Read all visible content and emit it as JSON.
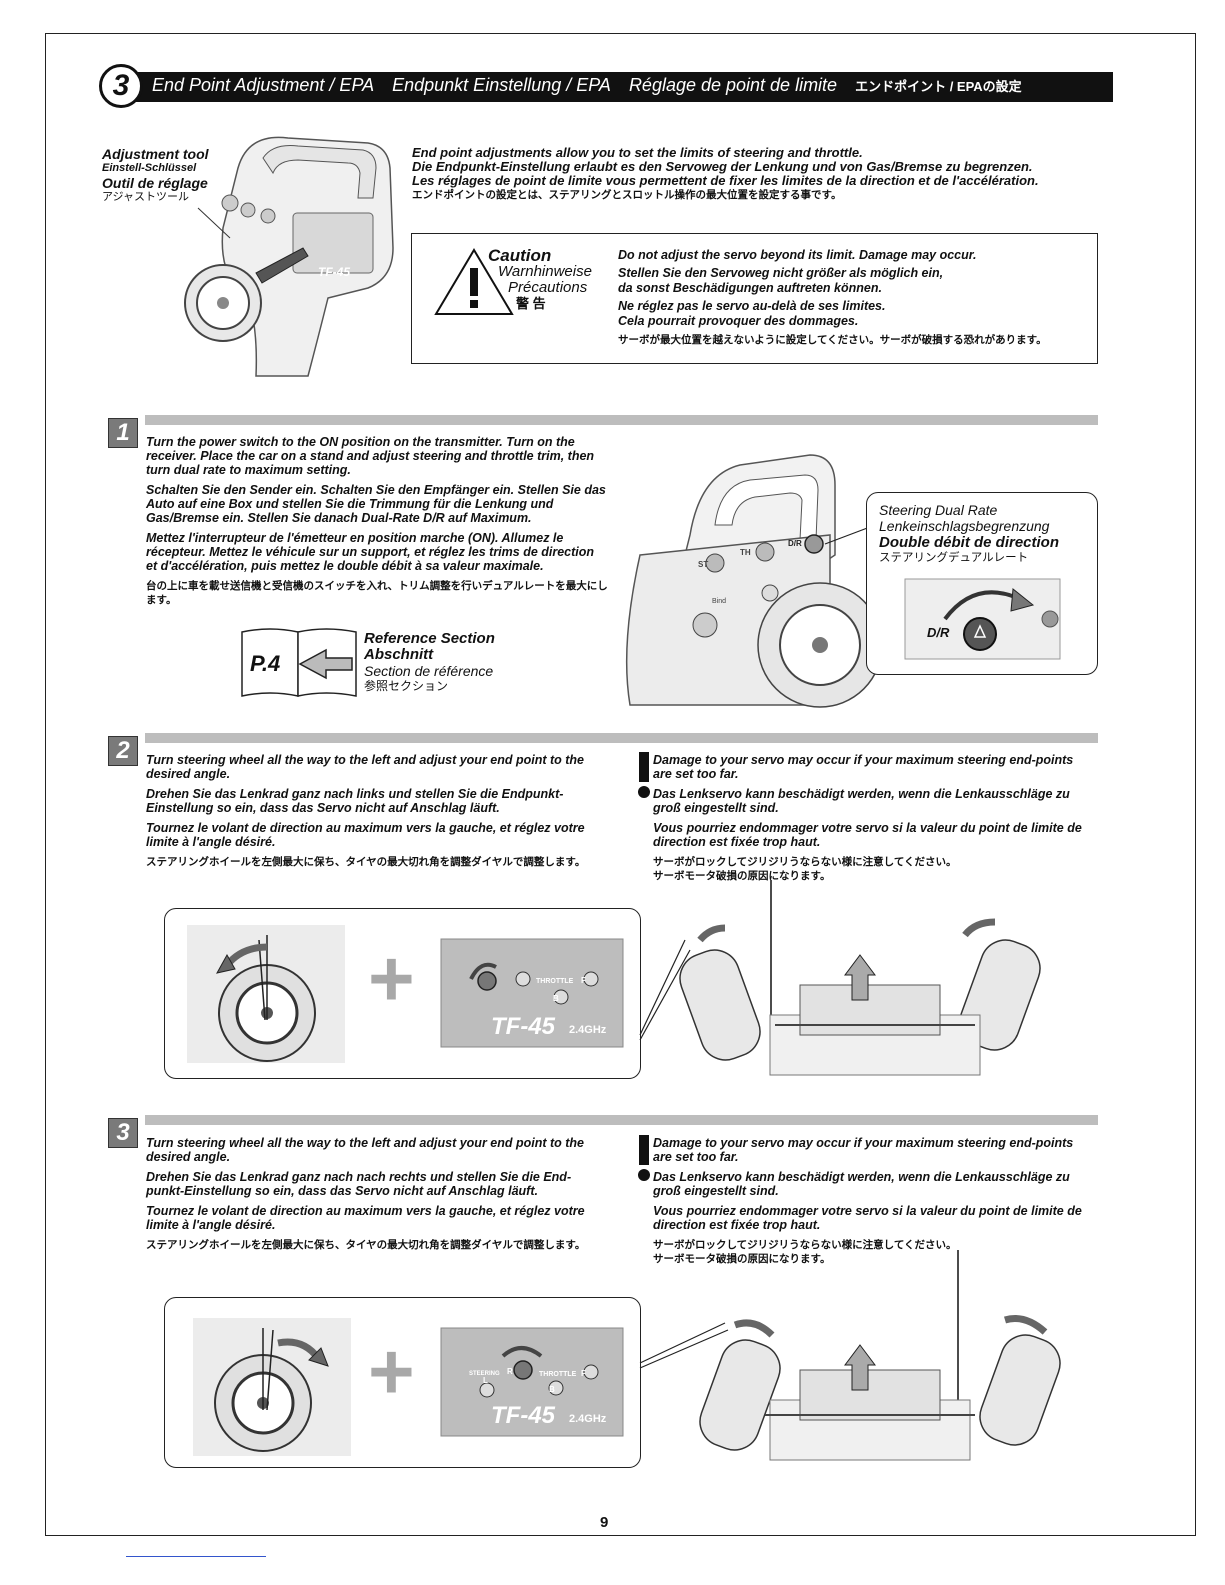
{
  "header": {
    "number": "3",
    "title_en": "End Point Adjustment / EPA",
    "title_de": "Endpunkt Einstellung / EPA",
    "title_fr": "Réglage de point de limite",
    "title_ja": "エンドポイント / EPAの設定"
  },
  "tool": {
    "en": "Adjustment tool",
    "de": "Einstell-Schlüssel",
    "fr": "Outil de réglage",
    "ja": "アジャストツール"
  },
  "intro": {
    "en": "End point adjustments allow you to set the limits of steering and throttle.",
    "de": "Die Endpunkt-Einstellung erlaubt es den Servoweg der Lenkung und von Gas/Bremse zu begrenzen.",
    "fr": "Les réglages de point de limite vous permettent de fixer les limites de la direction et de l'accélération.",
    "ja": "エンドポイントの設定とは、ステアリングとスロットル操作の最大位置を設定する事です。"
  },
  "caution": {
    "en": "Caution",
    "de": "Warnhinweise",
    "fr": "Précautions",
    "ja": "警 告",
    "text_en": "Do not adjust the servo beyond its limit. Damage may occur.",
    "text_de1": "Stellen Sie den Servoweg nicht größer als möglich ein,",
    "text_de2": "da sonst Beschädigungen auftreten können.",
    "text_fr1": "Ne réglez pas le servo au-delà de ses limites.",
    "text_fr2": "Cela pourrait provoquer des dommages.",
    "text_ja": "サーボが最大位置を越えないように設定してください。サーボが破損する恐れがあります。"
  },
  "step1": {
    "num": "1",
    "en": "Turn the power switch to the ON position on the transmitter. Turn on the receiver. Place the car on a stand and adjust steering and throttle trim, then turn dual rate to maximum setting.",
    "de": "Schalten Sie den Sender ein. Schalten Sie den Empfänger ein. Stellen Sie das Auto auf eine Box und stellen Sie die Trimmung für die Lenkung und Gas/Bremse ein. Stellen Sie danach Dual-Rate D/R auf Maximum.",
    "fr": "Mettez l'interrupteur de l'émetteur en position marche (ON). Allumez le récepteur. Mettez le véhicule sur un support, et réglez les trims de direction et d'accélération, puis mettez le double débit à sa valeur maximale.",
    "ja": "台の上に車を載せ送信機と受信機のスイッチを入れ、トリム調整を行いデュアルレートを最大にします。",
    "ref_page": "P.4",
    "ref_en": "Reference Section",
    "ref_de": "Abschnitt",
    "ref_fr": "Section de référence",
    "ref_ja": "参照セクション",
    "dr_en": "Steering Dual Rate",
    "dr_de": "Lenkeinschlagsbegrenzung",
    "dr_fr": "Double débit de direction",
    "dr_ja": "ステアリングデュアルレート",
    "label_dr": "D/R",
    "label_th": "TH",
    "label_st": "ST",
    "label_bind": "Bind"
  },
  "step2": {
    "num": "2",
    "en": "Turn steering wheel all the way to the left and adjust your end point to the desired angle.",
    "de": "Drehen Sie das Lenkrad ganz nach links und stellen Sie die Endpunkt-Einstellung so ein, dass das Servo nicht auf Anschlag läuft.",
    "fr": "Tournez le volant de direction au maximum vers la gauche, et réglez votre limite à l'angle désiré.",
    "ja": "ステアリングホイールを左側最大に保ち、タイヤの最大切れ角を調整ダイヤルで調整します。",
    "warn_en": "Damage to your servo may occur if your maximum steering end-points are set too far.",
    "warn_de": "Das Lenkservo kann beschädigt werden, wenn die Lenkausschläge zu groß eingestellt sind.",
    "warn_fr": "Vous pourriez endommager votre servo si la valeur du point de limite de direction est fixée trop haut.",
    "warn_ja1": "サーボがロックしてジリジリうならない様に注意してください。",
    "warn_ja2": "サーボモータ破損の原因になります。",
    "plus": "+",
    "model": "TF-45",
    "band": "2.4GHz",
    "throttle": "THROTTLE",
    "f": "F",
    "b": "B"
  },
  "step3": {
    "num": "3",
    "en": "Turn steering wheel all the way to the left and adjust your end point to the desired angle.",
    "de": "Drehen Sie das Lenkrad ganz nach nach rechts und stellen Sie die End-punkt-Einstellung so ein, dass das Servo nicht auf Anschlag läuft.",
    "fr": "Tournez le volant de direction au maximum vers la gauche, et réglez votre limite à l'angle désiré.",
    "ja": "ステアリングホイールを左側最大に保ち、タイヤの最大切れ角を調整ダイヤルで調整します。",
    "warn_en": "Damage to your servo may occur if your maximum steering end-points are set too far.",
    "warn_de": "Das Lenkservo kann beschädigt werden, wenn die Lenkausschläge zu groß eingestellt sind.",
    "warn_fr": "Vous pourriez endommager votre servo si la valeur du point de limite de direction est fixée trop haut.",
    "warn_ja1": "サーボがロックしてジリジリうならない様に注意してください。",
    "warn_ja2": "サーボモータ破損の原因になります。",
    "plus": "+",
    "model": "TF-45",
    "band": "2.4GHz",
    "steering": "STEERING",
    "throttle": "THROTTLE",
    "r": "R",
    "l": "L",
    "f": "F",
    "b": "B"
  },
  "page_number": "9",
  "colors": {
    "bar": "#bdbdbd",
    "header": "#111111",
    "step_badge": "#7a7a7a",
    "plus": "#a8a8a8"
  },
  "icons": [
    "warning-triangle-icon",
    "exclamation-icon",
    "arrow-left-icon",
    "arrow-up-icon",
    "curved-arrow-icon",
    "plus-icon"
  ]
}
